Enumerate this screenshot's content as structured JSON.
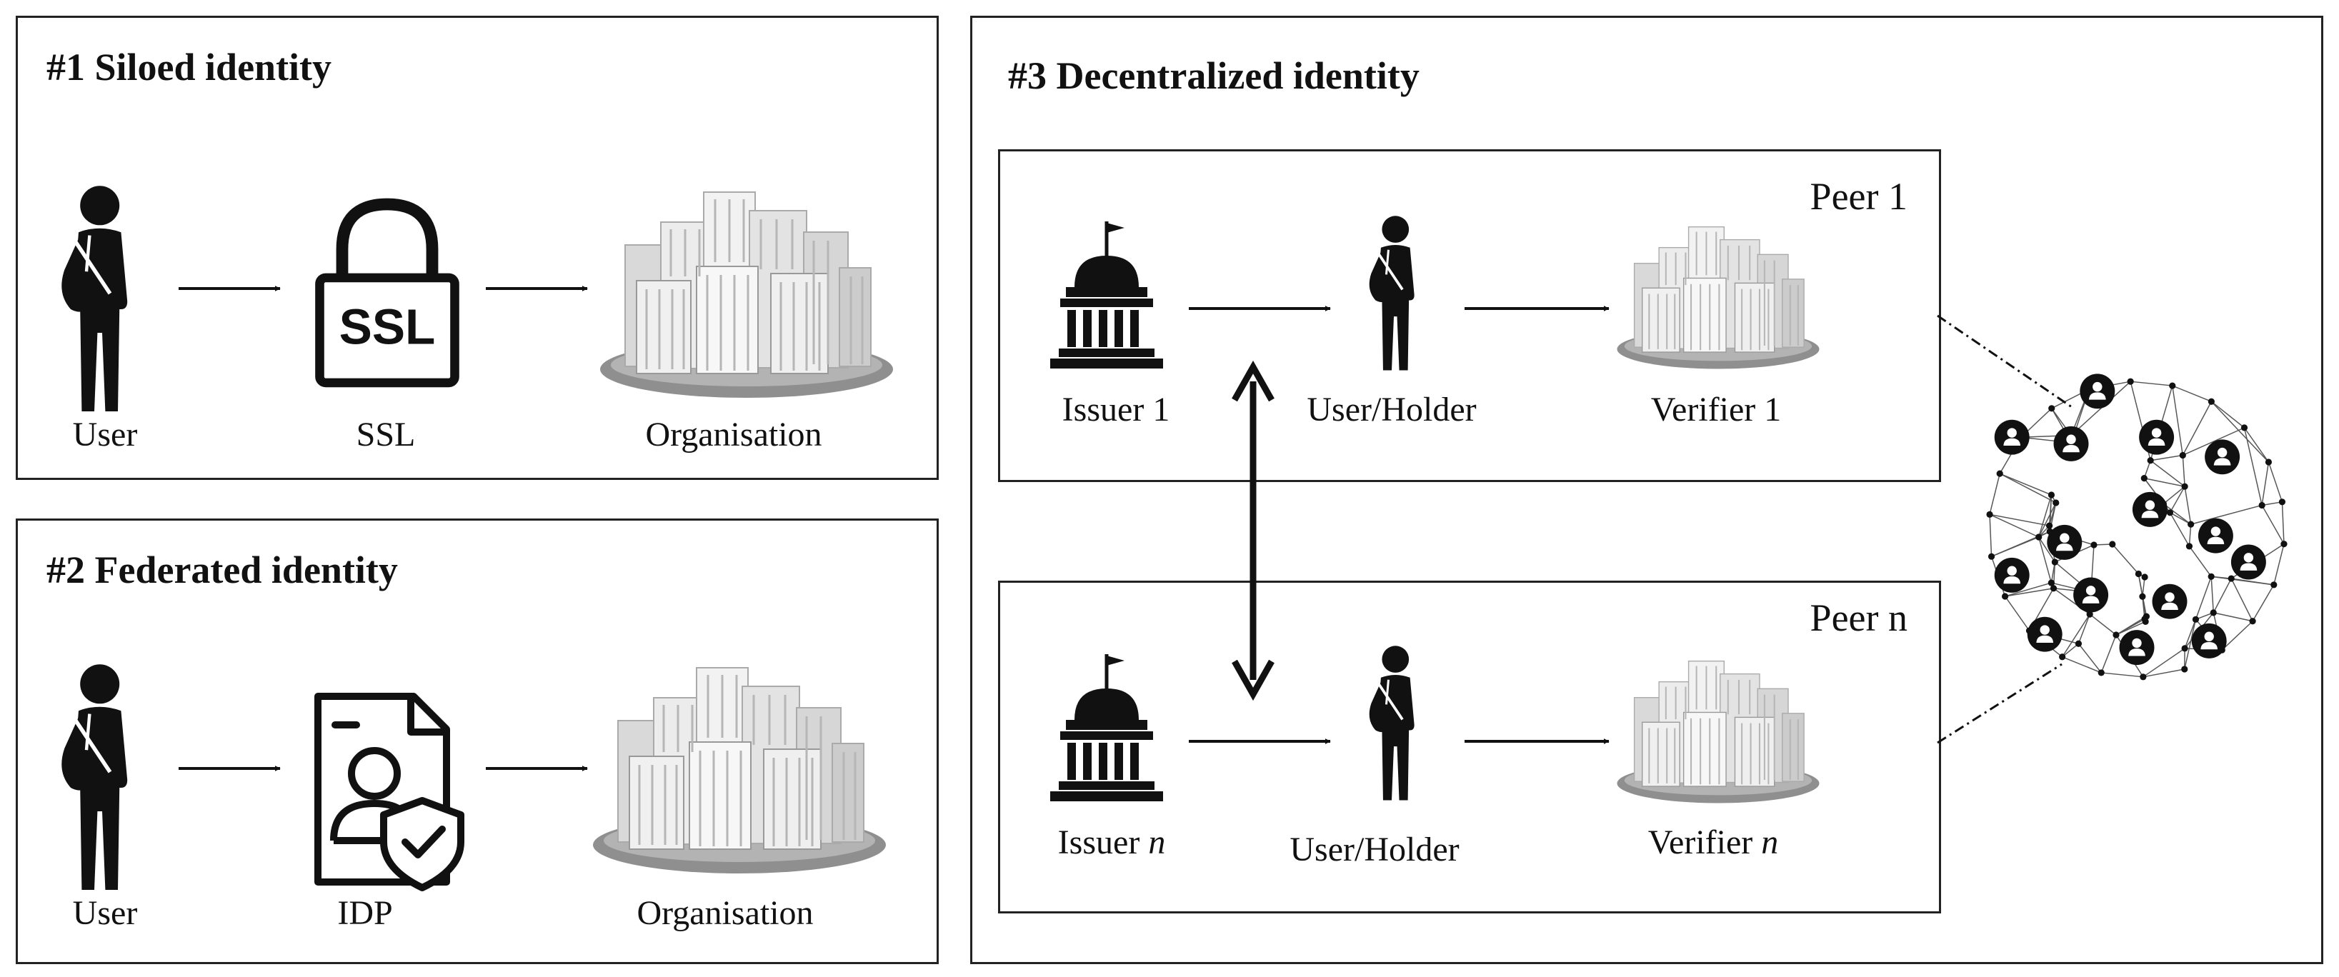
{
  "panel1": {
    "title": "#1 Siloed identity",
    "user_label": "User",
    "ssl_label": "SSL",
    "ssl_lock_text": "SSL",
    "org_label": "Organisation"
  },
  "panel2": {
    "title": "#2 Federated identity",
    "user_label": "User",
    "idp_label": "IDP",
    "org_label": "Organisation"
  },
  "panel3": {
    "title": "#3 Decentralized identity",
    "peer1": {
      "title": "Peer 1",
      "issuer_label": "Issuer 1",
      "holder_label": "User/Holder",
      "verifier_label": "Verifier 1"
    },
    "peern": {
      "title": "Peer n",
      "issuer_prefix": "Issuer ",
      "issuer_n": "n",
      "holder_label": "User/Holder",
      "verifier_prefix": "Verifier ",
      "verifier_n": "n"
    }
  },
  "icons": [
    "user-icon",
    "lock-icon",
    "buildings-icon",
    "idp-document-icon",
    "government-building-icon",
    "network-globe-icon"
  ],
  "colors": {
    "icon": "#111111",
    "building_light": "#e9e9e9",
    "building_shade": "#9a9a9a",
    "border": "#222222"
  }
}
